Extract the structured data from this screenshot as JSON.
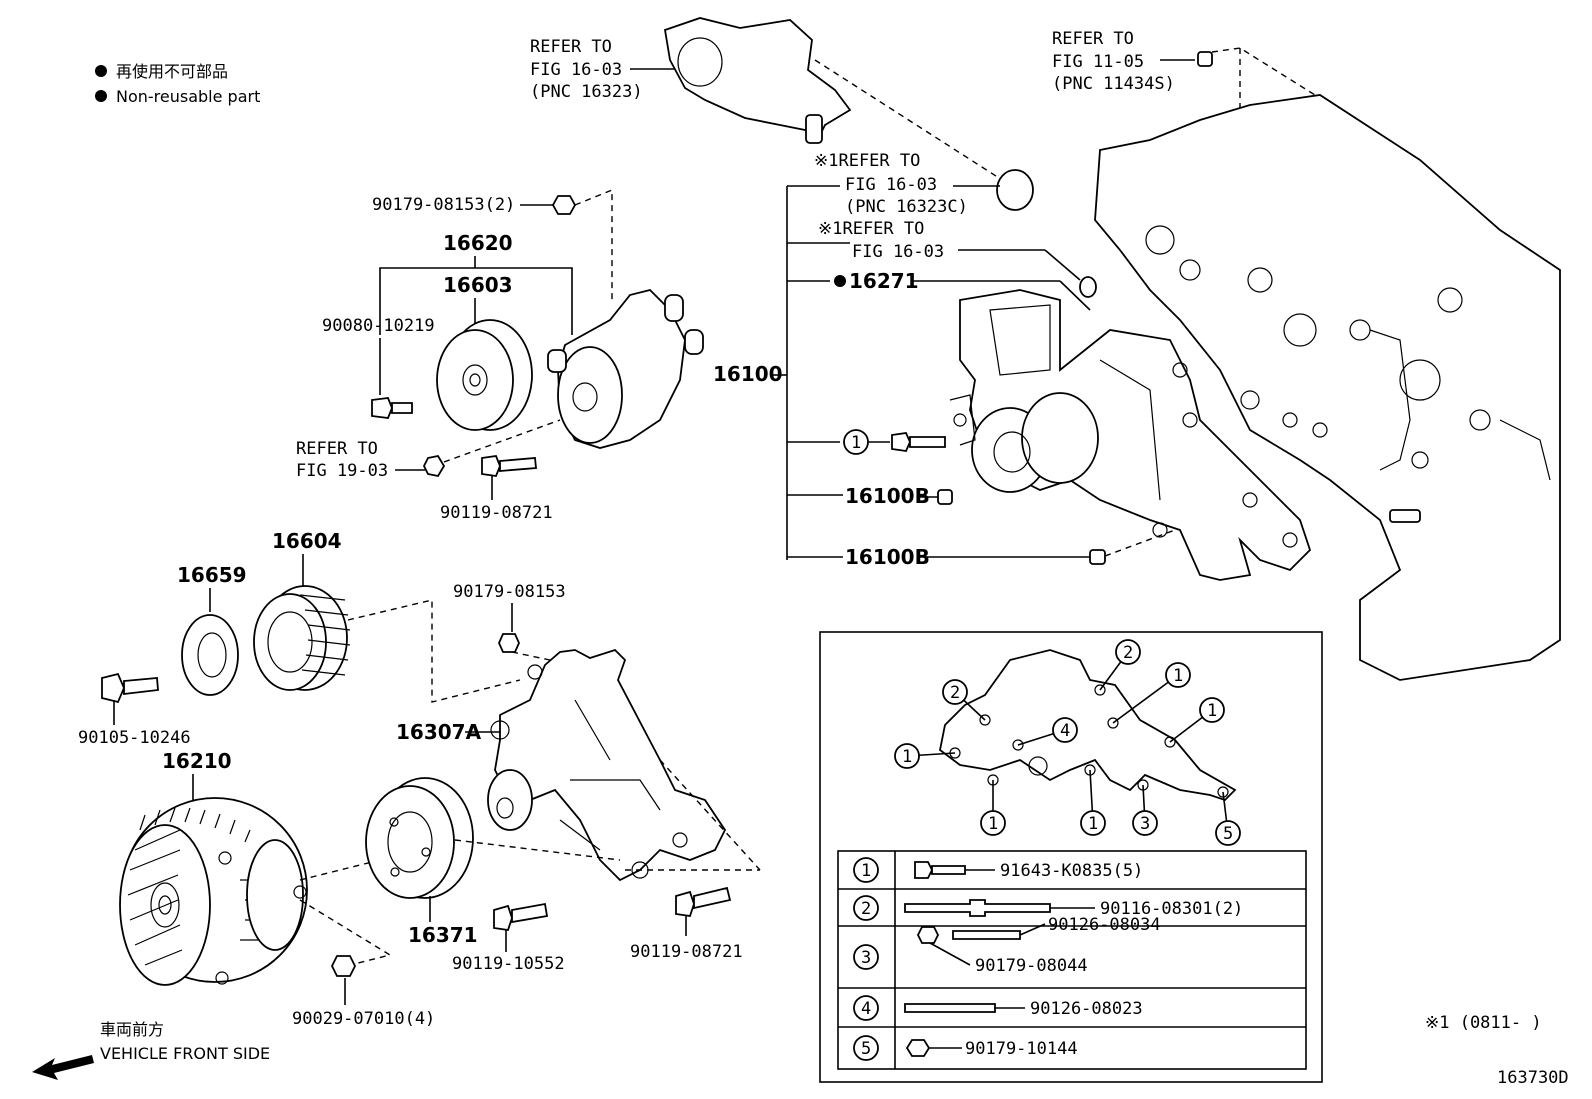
{
  "legend": {
    "jp": "再使用不可部品",
    "en": "Non-reusable part"
  },
  "front": {
    "jp": "車両前方",
    "en": "VEHICLE FRONT SIDE"
  },
  "diagram_id": "163730D",
  "footnote": "※1 (0811-    )",
  "refs": {
    "r1": [
      "REFER TO",
      "FIG 16-03",
      "(PNC 16323)"
    ],
    "r2": [
      "REFER TO",
      "FIG 11-05",
      "(PNC 11434S)"
    ],
    "r3": [
      "※1REFER TO",
      "FIG 16-03",
      "(PNC 16323C)"
    ],
    "r4": [
      "※1REFER TO",
      "FIG 16-03"
    ],
    "r5": [
      "REFER TO",
      "FIG 19-03"
    ]
  },
  "parts": {
    "p90179_08153_2": "90179-08153(2)",
    "p16620": "16620",
    "p16603": "16603",
    "p90080_10219": "90080-10219",
    "p90119_08721_a": "90119-08721",
    "p16100": "16100",
    "p16271": "16271",
    "p16100B_a": "16100B",
    "p16100B_b": "16100B",
    "p16604": "16604",
    "p16659": "16659",
    "p90179_08153": "90179-08153",
    "p90105_10246": "90105-10246",
    "p16307A": "16307A",
    "p16210": "16210",
    "p16371": "16371",
    "p90119_10552": "90119-10552",
    "p90119_08721_b": "90119-08721",
    "p90029_07010": "90029-07010(4)"
  },
  "callout_one": "1",
  "bolt_table": [
    {
      "key": "1",
      "parts": [
        "91643-K0835(5)"
      ]
    },
    {
      "key": "2",
      "parts": [
        "90116-08301(2)"
      ]
    },
    {
      "key": "3",
      "parts": [
        "90126-08034",
        "90179-08044"
      ]
    },
    {
      "key": "4",
      "parts": [
        "90126-08023"
      ]
    },
    {
      "key": "5",
      "parts": [
        "90179-10144"
      ]
    }
  ],
  "inset_callouts": [
    "2",
    "2",
    "1",
    "1",
    "4",
    "1",
    "1",
    "1",
    "3",
    "5",
    "1"
  ]
}
